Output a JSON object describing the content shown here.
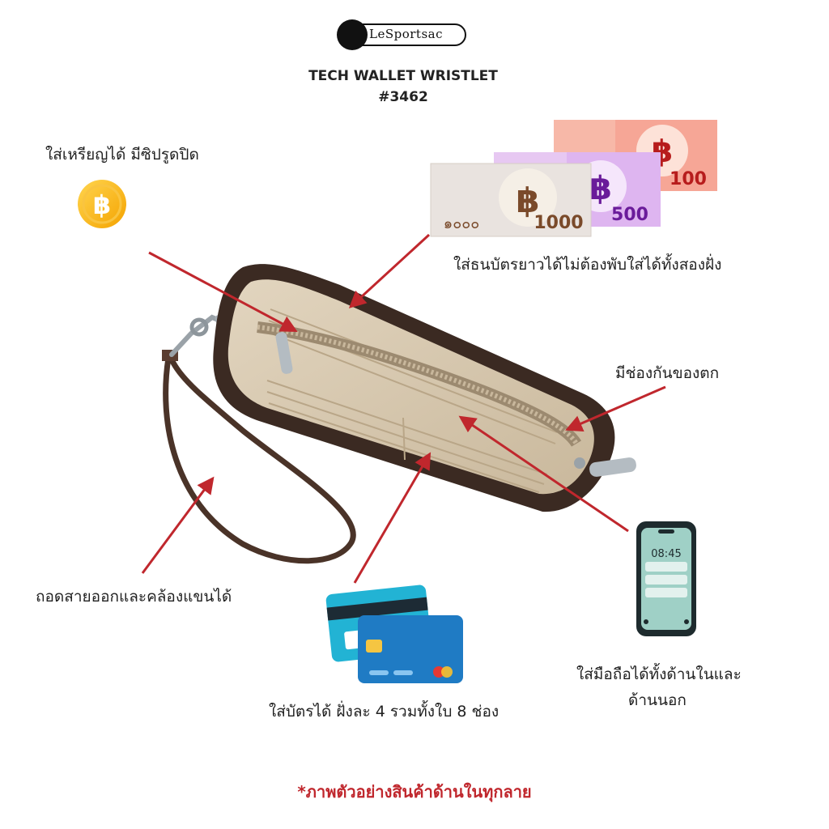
{
  "brand": {
    "logo_text": "LeSportsac"
  },
  "product": {
    "title": "TECH WALLET WRISTLET",
    "code": "#3462"
  },
  "labels": {
    "coins": "ใส่เหรียญได้ มีซิปรูดปิด",
    "bills": "ใส่ธนบัตรยาวได้ไม่ต้องพับใส่ได้ทั้งสองฝั่ง",
    "anti_drop": "มีช่องกันของตก",
    "strap": "ถอดสายออกและคล้องแขนได้",
    "cards": "ใส่บัตรได้ ฝั่งละ 4 รวมทั้งใบ 8 ช่อง",
    "phone_line1": "ใส่มือถือได้ทั้งด้านในและ",
    "phone_line2": "ด้านนอก"
  },
  "banknotes": [
    {
      "value": "1000",
      "thai_numeral": "๑๐๐๐",
      "symbol": "฿",
      "color": "#7a4a2a"
    },
    {
      "value": "500",
      "symbol": "฿",
      "color": "#6a1b9a"
    },
    {
      "value": "100",
      "symbol": "฿",
      "color": "#b71c1c"
    }
  ],
  "phone": {
    "time": "08:45"
  },
  "coin": {
    "symbol": "฿"
  },
  "footer": {
    "note": "*ภาพตัวอย่างสินค้าด้านในทุกลาย"
  },
  "colors": {
    "accent_arrow": "#c0272d",
    "note_text": "#c0272d",
    "wallet_lining": "#d6c6ad",
    "wallet_trim": "#3b2a22"
  }
}
